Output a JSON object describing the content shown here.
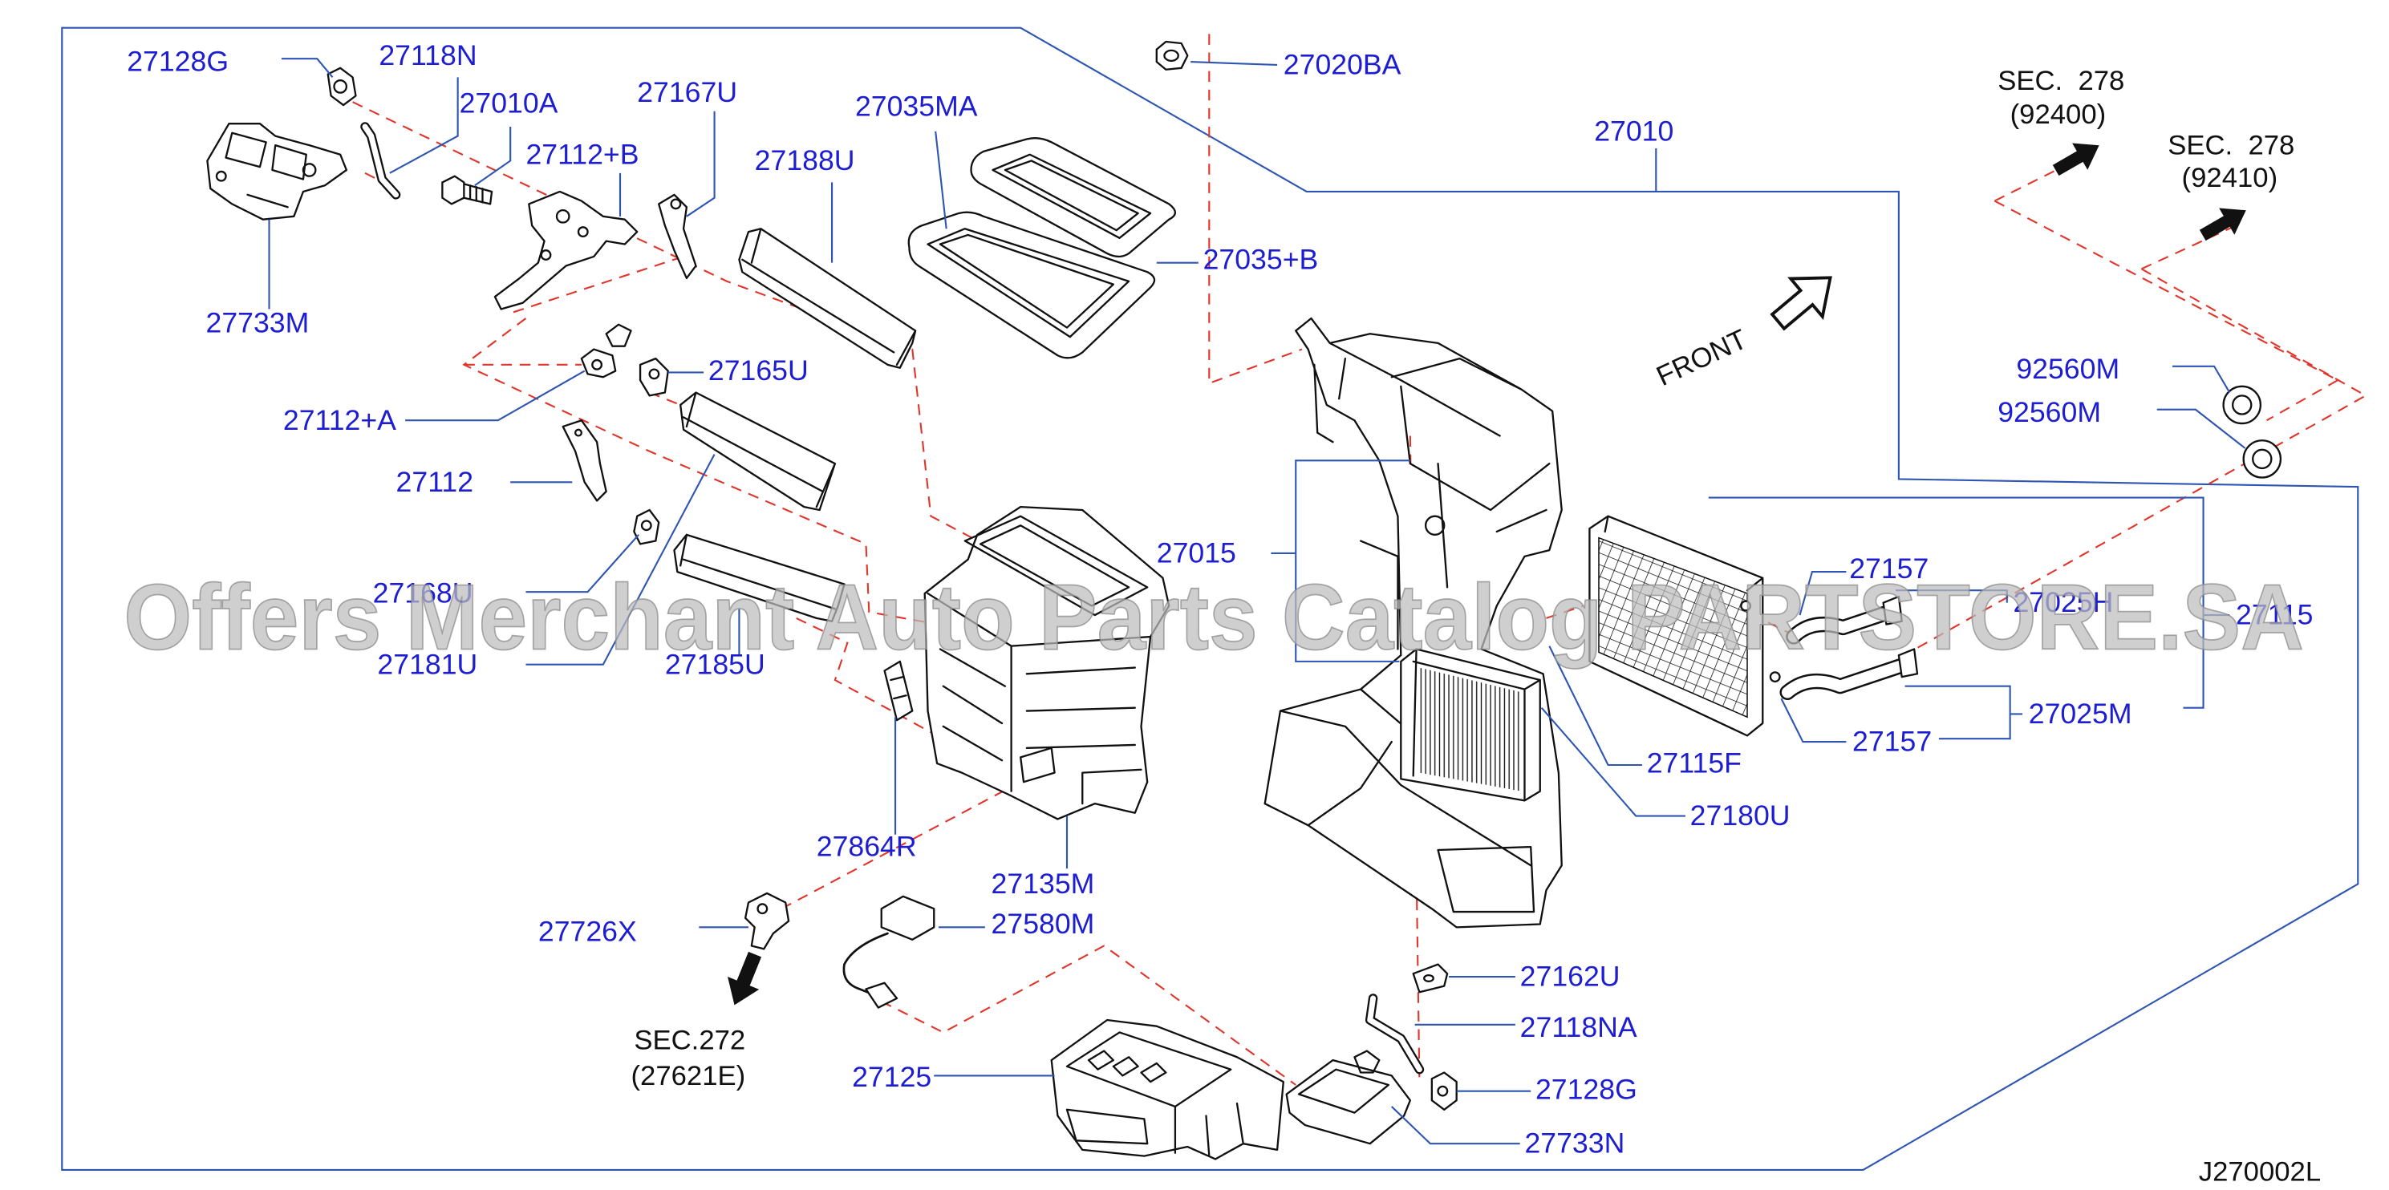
{
  "diagram": {
    "code": "J270002L",
    "front_label": "FRONT",
    "watermark": "Offers Merchant Auto Parts Catalog PARTSTORE.SA"
  },
  "section_refs": {
    "sec278_a": {
      "sec": "SEC.  278",
      "ref": "(92400)"
    },
    "sec278_b": {
      "sec": "SEC.  278",
      "ref": "(92410)"
    },
    "sec272": {
      "sec": "SEC.272",
      "ref": "(27621E)"
    }
  },
  "callouts": {
    "27128G_upper": "27128G",
    "27118N": "27118N",
    "27010A": "27010A",
    "27167U": "27167U",
    "27035MA": "27035MA",
    "27020BA": "27020BA",
    "27010": "27010",
    "27112B": "27112+B",
    "27188U": "27188U",
    "27035B": "27035+B",
    "27733M": "27733M",
    "27165U": "27165U",
    "27112A": "27112+A",
    "27112": "27112",
    "27168U": "27168U",
    "27181U": "27181U",
    "27185U": "27185U",
    "27015": "27015",
    "27864R": "27864R",
    "27135M": "27135M",
    "27726X": "27726X",
    "27580M": "27580M",
    "27125": "27125",
    "27162U": "27162U",
    "27118NA": "27118NA",
    "27128G_lower": "27128G",
    "27733N": "27733N",
    "27115F": "27115F",
    "27180U": "27180U",
    "27157_upper": "27157",
    "27025H": "27025H",
    "27115": "27115",
    "27157_lower": "27157",
    "27025M": "27025M",
    "92560M_upper": "92560M",
    "92560M_lower": "92560M"
  },
  "colors": {
    "callout_text": "#1d1dd1",
    "leader_line": "#2f55b3",
    "dashed_line": "#e0362c",
    "watermark": "#bdbdbd"
  }
}
